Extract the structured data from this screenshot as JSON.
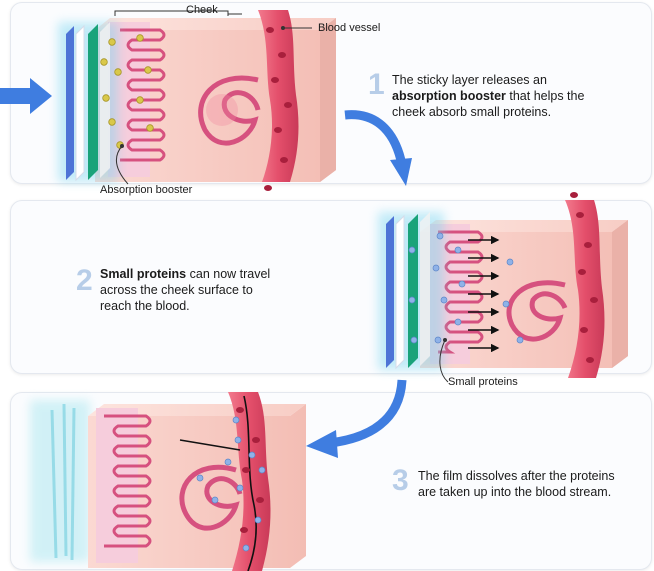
{
  "labels": {
    "cheek": "Cheek",
    "blood_vessel": "Blood vessel",
    "absorption_booster": "Absorption booster",
    "small_proteins": "Small proteins"
  },
  "steps": [
    {
      "number": "1",
      "pre": "The sticky layer releases an ",
      "bold": "absorption booster",
      "post": " that helps the cheek absorb small proteins."
    },
    {
      "number": "2",
      "pre": "",
      "bold": "Small proteins",
      "post": " can now travel across the cheek surface to reach the blood."
    },
    {
      "number": "3",
      "pre": "The film dissolves after the proteins are taken up into the blood stream.",
      "bold": "",
      "post": ""
    }
  ],
  "colors": {
    "tissue": "#f6c9c2",
    "tissue_dark": "#e9a59d",
    "villi": "#d6517f",
    "vessel": "#e8536f",
    "vessel_dark": "#c22e4c",
    "film_blue": "#4e74d6",
    "film_green": "#1aa37a",
    "arrow_blue": "#3f7de0",
    "booster": "#d9c84a",
    "protein": "#8fb2e8"
  }
}
